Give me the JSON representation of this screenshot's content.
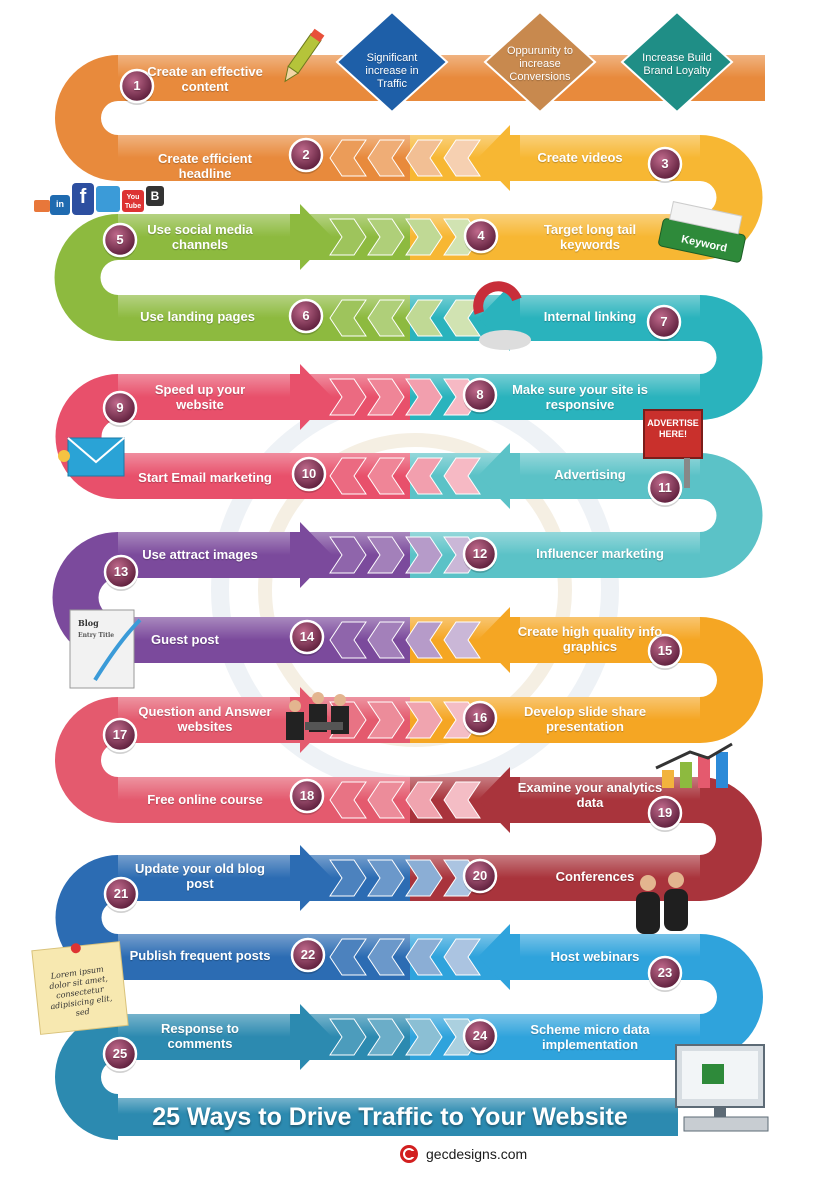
{
  "title": "25 Ways to Drive Traffic to Your Website",
  "credit": "gecdesigns.com",
  "goals": [
    {
      "label": "Significant increase in Traffic",
      "color": "#1e5fa8"
    },
    {
      "label": "Oppurunity to increase Conversions",
      "color": "#c8894e"
    },
    {
      "label": "Increase Build Brand Loyalty",
      "color": "#1f8e86"
    }
  ],
  "steps": [
    {
      "num": "1",
      "label": "Create an effective content"
    },
    {
      "num": "2",
      "label": "Create efficient headline"
    },
    {
      "num": "3",
      "label": "Create videos"
    },
    {
      "num": "4",
      "label": "Target long tail keywords"
    },
    {
      "num": "5",
      "label": "Use social media channels"
    },
    {
      "num": "6",
      "label": "Use landing pages"
    },
    {
      "num": "7",
      "label": "Internal linking"
    },
    {
      "num": "8",
      "label": "Make sure your site is responsive"
    },
    {
      "num": "9",
      "label": "Speed up your website"
    },
    {
      "num": "10",
      "label": "Start Email marketing"
    },
    {
      "num": "11",
      "label": "Advertising"
    },
    {
      "num": "12",
      "label": "Influencer marketing"
    },
    {
      "num": "13",
      "label": "Use attract images"
    },
    {
      "num": "14",
      "label": "Guest post"
    },
    {
      "num": "15",
      "label": "Create high quality info graphics"
    },
    {
      "num": "16",
      "label": "Develop slide share presentation"
    },
    {
      "num": "17",
      "label": "Question and Answer websites"
    },
    {
      "num": "18",
      "label": "Free online course"
    },
    {
      "num": "19",
      "label": "Examine your analytics data"
    },
    {
      "num": "20",
      "label": "Conferences"
    },
    {
      "num": "21",
      "label": "Update your old blog post"
    },
    {
      "num": "22",
      "label": "Publish frequent posts"
    },
    {
      "num": "23",
      "label": "Host webinars"
    },
    {
      "num": "24",
      "label": "Scheme micro data implementation"
    },
    {
      "num": "25",
      "label": "Response to comments"
    }
  ],
  "colors": {
    "orange": "#e88a3c",
    "yellow": "#f7b733",
    "green": "#8dba3f",
    "teal": "#2ab3bd",
    "pink": "#e8506b",
    "cyan": "#5bc2c7",
    "purple": "#7b4a9c",
    "magenta": "#b0487f",
    "amber": "#f5a623",
    "rose": "#e45a6e",
    "maroon": "#a9343c",
    "blue": "#2c6cb3",
    "sky": "#2fa3dc",
    "steel": "#2c8ab0"
  },
  "decor": {
    "keyword": "Keyword",
    "advertise": "ADVERTISE HERE!",
    "blog": "Blog",
    "blog_sub": "Entry Title",
    "note": "Lorem ipsum dolor sit amet, consectetur adipisicing elit, sed",
    "social": [
      "in",
      "f",
      "You Tube",
      "B"
    ]
  },
  "icons": [
    "pencil-icon",
    "social-media-icon",
    "keyword-tag-icon",
    "magnet-icon",
    "email-icon",
    "billboard-icon",
    "blog-icon",
    "meeting-icon",
    "analytics-chart-icon",
    "conference-people-icon",
    "sticky-note-icon",
    "computer-monitor-icon",
    "copyright-icon"
  ]
}
